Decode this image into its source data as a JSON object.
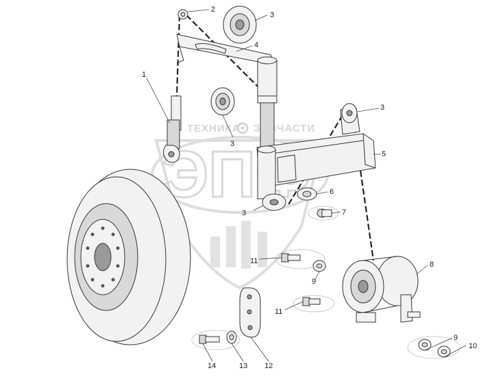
{
  "watermark": {
    "top_text": "ТЕХНИКА",
    "top_text_right": "ЗАПЧАСТИ",
    "logo_letters": "ЭПФ",
    "logo_icon": "gear-icon"
  },
  "callouts": {
    "c1": "1",
    "c2": "2",
    "c3a": "3",
    "c3b": "3",
    "c3c": "3",
    "c3d": "3",
    "c4": "4",
    "c5": "5",
    "c6": "6",
    "c7": "7",
    "c8": "8",
    "c9a": "9",
    "c9b": "9",
    "c10": "10",
    "c11a": "11",
    "c11b": "11",
    "c12": "12",
    "c13": "13",
    "c14": "14"
  }
}
